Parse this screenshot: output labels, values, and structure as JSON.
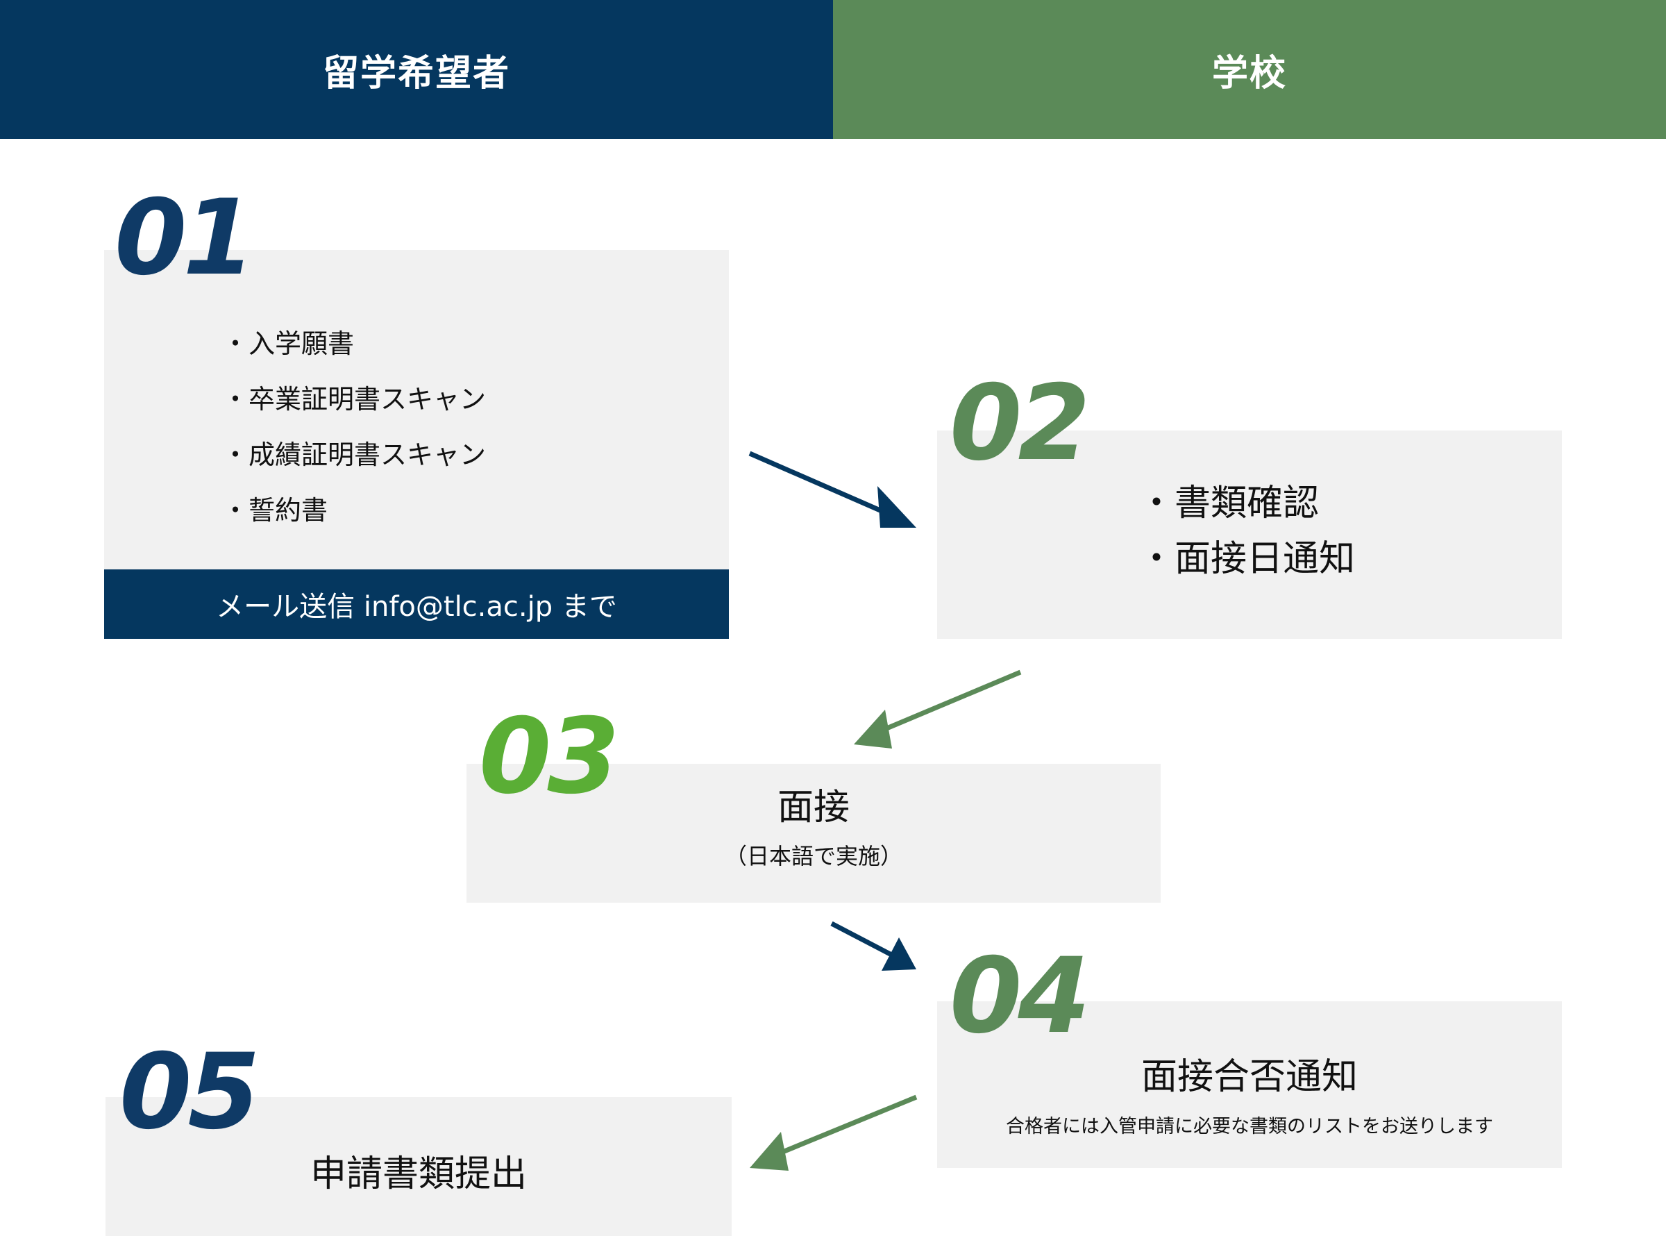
{
  "header": {
    "left_label": "留学希望者",
    "right_label": "学校"
  },
  "steps": [
    {
      "number": "01",
      "items": [
        "入学願書",
        "卒業証明書スキャン",
        "成績証明書スキャン",
        "誓約書"
      ],
      "footer": "メール送信 info@tlc.ac.jp まで"
    },
    {
      "number": "02",
      "items": [
        "書類確認",
        "面接日通知"
      ]
    },
    {
      "number": "03",
      "title": "面接",
      "subtitle": "（日本語で実施）"
    },
    {
      "number": "04",
      "title": "面接合否通知",
      "subtitle": "合格者には入管申請に必要な書類のリストをお送りします"
    },
    {
      "number": "05",
      "title": "申請書類提出"
    }
  ],
  "colors": {
    "navy": "#05375f",
    "green": "#5b8a58",
    "lime": "#5aae35",
    "box": "#f1f1f1"
  }
}
